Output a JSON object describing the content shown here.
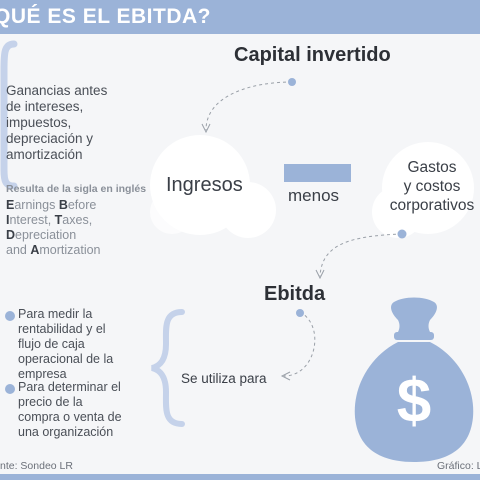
{
  "header": {
    "title": "QUÉ ES EL EBITDA?"
  },
  "definition": {
    "lines": [
      "Ganancias antes",
      "de intereses,",
      "impuestos,",
      "depreciación y",
      "amortización"
    ]
  },
  "acronym": {
    "title": "Resulta de la sigla en inglés",
    "lines": [
      {
        "initial": "E",
        "rest": "arnings ",
        "initial2": "B",
        "rest2": "efore"
      },
      {
        "initial": "I",
        "rest": "nterest, ",
        "initial2": "T",
        "rest2": "axes,"
      },
      {
        "initial": "D",
        "rest": "epreciation",
        "initial2": "",
        "rest2": ""
      },
      {
        "initial": "",
        "rest": "and ",
        "initial2": "A",
        "rest2": "mortization"
      }
    ]
  },
  "formula": {
    "top": "Capital invertido",
    "left": "Ingresos",
    "operator": "menos",
    "right_lines": [
      "Gastos",
      "y costos",
      "corporativos"
    ],
    "result": "Ebitda"
  },
  "uses": {
    "label": "Se utiliza para",
    "items": [
      {
        "lines": [
          "Para medir la",
          "rentabilidad y el",
          "flujo de caja",
          "operacional de la",
          "empresa"
        ]
      },
      {
        "lines": [
          "Para determinar el",
          "precio de la",
          "compra o venta de",
          "una organización"
        ]
      }
    ]
  },
  "footer": {
    "source": "nte: Sondeo LR",
    "credit": "Gráfico: LR"
  },
  "colors": {
    "accent": "#9bb3d8",
    "light_accent": "#c5d2ea",
    "money_bag": "#9bb3d8"
  },
  "icons": {
    "money_bag": "money-bag-icon",
    "currency": "dollar-sign-icon"
  },
  "money_bag_symbol": "$"
}
